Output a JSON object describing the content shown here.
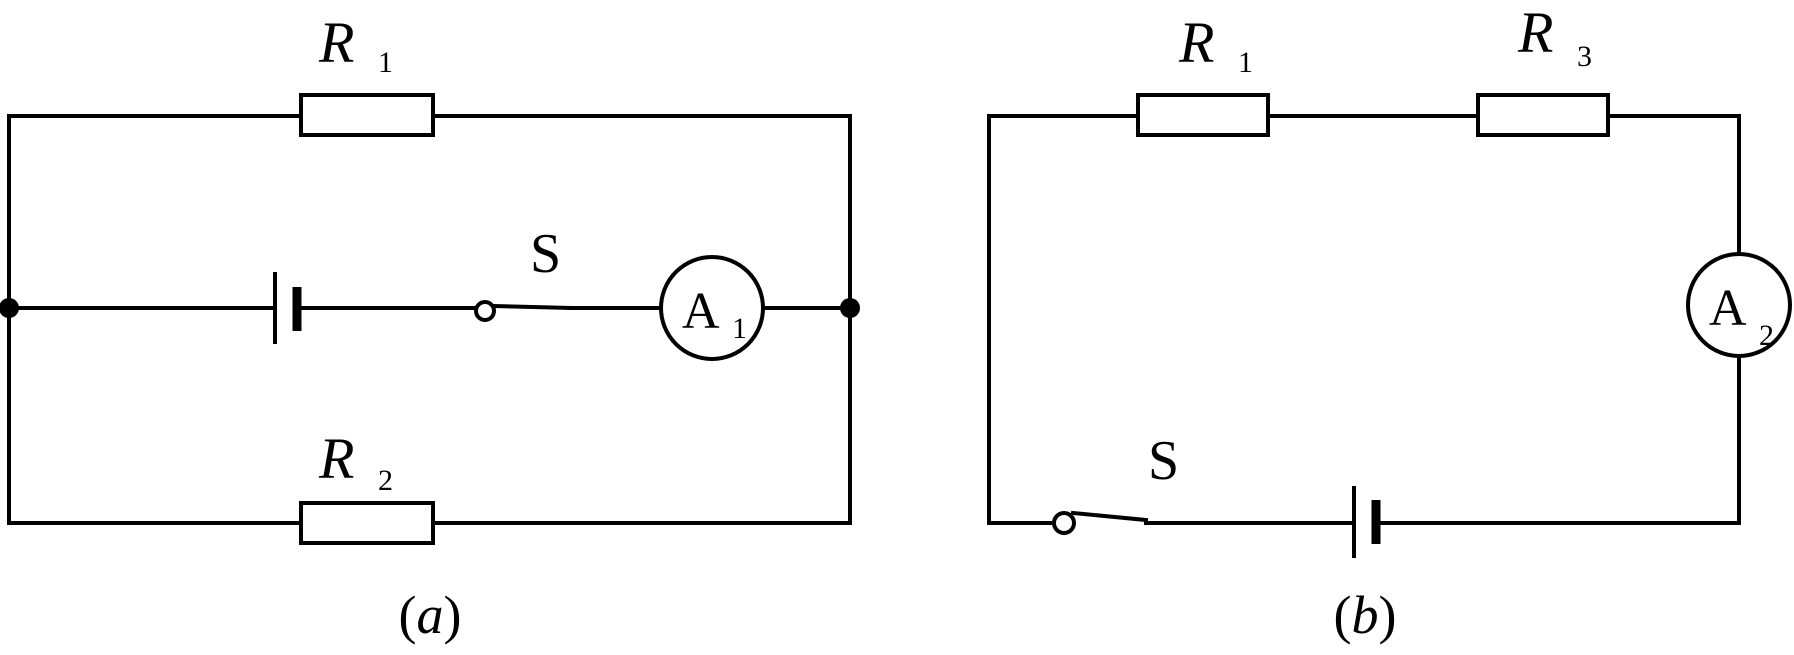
{
  "diagrams": [
    {
      "id": "a",
      "caption_open": "(",
      "caption_letter": "a",
      "caption_close": ")",
      "resistor_top": {
        "symbol": "R",
        "sub": "1"
      },
      "resistor_bottom": {
        "symbol": "R",
        "sub": "2"
      },
      "switch_label": "S",
      "ammeter": {
        "symbol": "A",
        "sub": "1"
      }
    },
    {
      "id": "b",
      "caption_open": "(",
      "caption_letter": "b",
      "caption_close": ")",
      "resistor_left": {
        "symbol": "R",
        "sub": "1"
      },
      "resistor_right": {
        "symbol": "R",
        "sub": "3"
      },
      "switch_label": "S",
      "ammeter": {
        "symbol": "A",
        "sub": "2"
      }
    }
  ]
}
